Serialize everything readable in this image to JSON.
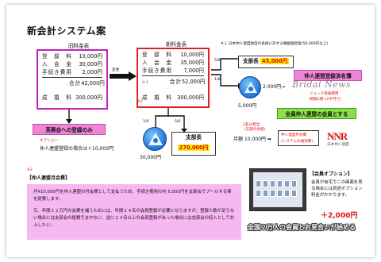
{
  "title": "新会計システム案",
  "old_fee": {
    "label": "旧料金表",
    "rows": [
      {
        "k": "登　録　料",
        "v": "10,000円"
      },
      {
        "k": "入　会　金",
        "v": "30,000円"
      },
      {
        "k": "手続き費用",
        "v": "2,000円"
      }
    ],
    "total_k": "合計",
    "total_v": "42,000円",
    "seiyaku_k": "成　婚　料",
    "seiyaku_v": "300,000円"
  },
  "new_fee": {
    "label": "新料金表",
    "rows": [
      {
        "k": "登　録　料",
        "v": "10,000円"
      },
      {
        "k": "入　会　金",
        "v": "35,000円"
      },
      {
        "k": "手続き費用",
        "v": "7,000円"
      }
    ],
    "total_mark": "※1",
    "total_k": "合計",
    "total_v": "52,000円",
    "seiyaku_mark": "※1",
    "seiyaku_v": "300,000円",
    "seiyaku_k": "成　婚　料"
  },
  "note_top": "※１ 日本仲人連盟独自の会員に対する婚姻報奨金(50,000円以上)",
  "arrow_label_1": "変更",
  "shibu_top": {
    "label": "支部長",
    "value": "45,000円"
  },
  "shibu_bottom": {
    "label": "支部長",
    "value": "270,000円"
  },
  "split_a": "5/6",
  "split_b": "1/6",
  "split_c": "5/6",
  "honbu_amount_right": "5,000円",
  "honbu_amount_bottom": "30,000円",
  "list_btn": "仲人連盟登録済名簿",
  "list_amount": "2,000円→",
  "bridal_text": "Bridal News",
  "bridal_sub1": "ニュース情報費用",
  "bridal_sub2": "(冊数2冊×2千円で)",
  "kaiin_btn": "全員仲人連盟の会員とする",
  "monthly_tag1": "2名分相当",
  "monthly_tag2": "(支部の負担)",
  "monthly_fee": "月額 10,000円 ➡",
  "monthly_box1": "仲人連盟月会費",
  "monthly_box2": "(システムの維持費)",
  "nnr_logo": "NNR",
  "nnr_sub": "日本仲人連盟",
  "fuyou_btn": "芙蓉会への登録のみ",
  "option_tag": "オプション",
  "option_text": "仲人連盟登録の場合は＋10,000円",
  "monthly_section_mark": "※2",
  "monthly_section_title": "【仲人連盟月会費】",
  "panel_p1": "月¥10,000円を仲人連盟の月会費として支払うため、手続き費用の内 5,000円を支部会でプールする事を提案します。",
  "panel_p2": "又、年間１２万円の会費を補うためには、年間２４名の会員登録が必要になりますが、登録人数が足らない場合には支部会の経費でまかない、逆に２４名以上の会員登録があった場合には支部会の収入として計上したい。",
  "member_option_title": "【会員オプション】",
  "member_option_text": "会員が自宅でこの画面を見る場合には別途オプション料金がかかります。",
  "member_option_price": "＋2,000円",
  "bottom_caption": "全国２万人の会員とお見合いが始める",
  "colors": {
    "pink_border": "#c020c0",
    "red_border": "#e02020",
    "pink_fill": "#ee86d8",
    "green_fill": "#8be04a",
    "panel": "#f7b7f2",
    "accent_red": "#e01010"
  }
}
